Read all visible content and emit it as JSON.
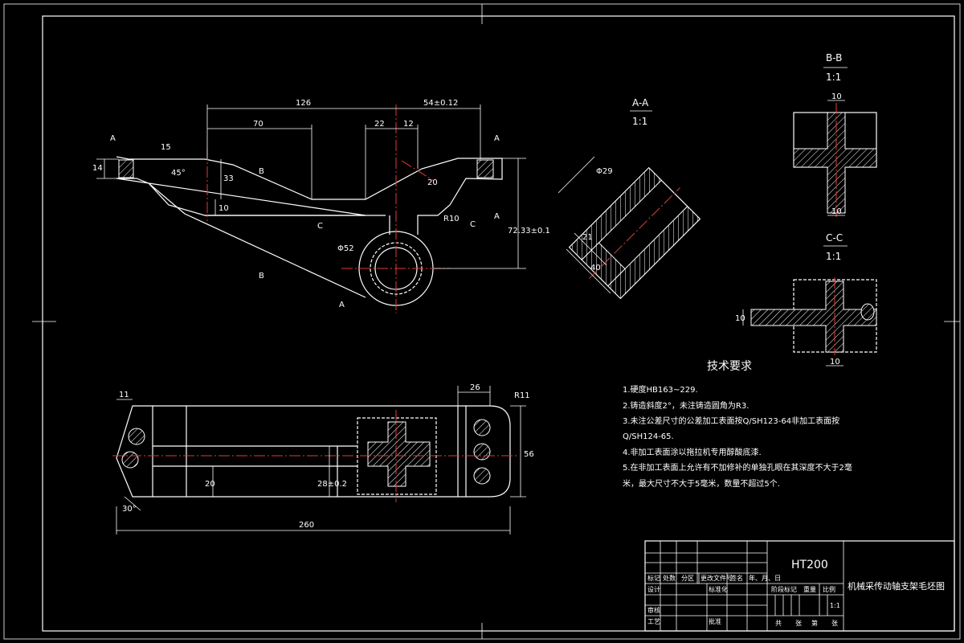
{
  "colors": {
    "background": "#000000",
    "lines": "#ffffff",
    "centerline": "#e53935"
  },
  "front_view": {
    "dims": {
      "d126": "126",
      "d54": "54±0.12",
      "d70": "70",
      "d22": "22",
      "d12": "12",
      "d14": "14",
      "d15": "15",
      "d45": "45°",
      "d33": "33",
      "d10": "10",
      "d20": "20",
      "d72": "72.33±0.1",
      "r10": "R10",
      "phi52": "Φ52"
    },
    "section_marks": {
      "a": "A",
      "b": "B",
      "c": "C"
    }
  },
  "top_view": {
    "dims": {
      "d11": "11",
      "d26": "26",
      "r11": "R11",
      "d56": "56",
      "d20": "20",
      "d28": "28±0.2",
      "d30": "30°",
      "d260": "260"
    }
  },
  "section_aa": {
    "title": "A-A",
    "scale": "1:1",
    "dims": {
      "phi29": "Φ29",
      "d21": "21",
      "d40": "40"
    }
  },
  "section_bb": {
    "title": "B-B",
    "scale": "1:1",
    "dims": {
      "top": "10",
      "bottom": "10"
    }
  },
  "section_cc": {
    "title": "C-C",
    "scale": "1:1",
    "dims": {
      "left": "10",
      "bottom": "10"
    }
  },
  "tech_req": {
    "title": "技术要求",
    "lines": [
      "1.硬度HB163~229.",
      "2.铸造斜度2°，未注铸造圆角为R3.",
      "3.未注公差尺寸的公差加工表面按Q/SH123-64非加工表面按",
      "Q/SH124-65.",
      "4.非加工表面涂以拖拉机专用醇酸底漆.",
      "5.在非加工表面上允许有不加修补的单独孔眼在其深度不大于2毫",
      "米，最大尺寸不大于5毫米，数量不超过5个."
    ]
  },
  "title_block": {
    "material": "HT200",
    "part_name": "机械采传动轴支架毛坯图",
    "headers": [
      "标记",
      "处数",
      "分区",
      "更改文件号",
      "签名",
      "年、月、日"
    ],
    "roles": [
      "设计",
      "标准化",
      "审核",
      "工艺",
      "批准"
    ],
    "stage_headers": [
      "阶段标记",
      "重量",
      "比例"
    ],
    "scale": "1:1",
    "sheets": [
      "共",
      "张",
      "第",
      "张"
    ]
  }
}
